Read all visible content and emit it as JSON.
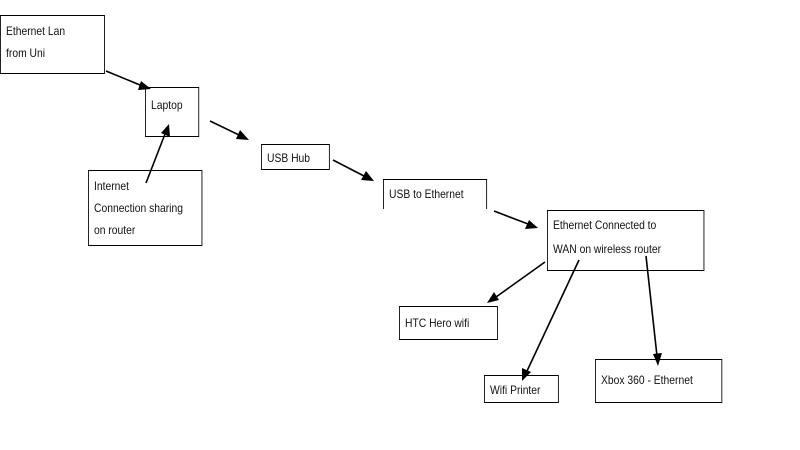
{
  "nodes": {
    "ethernet_lan": {
      "line1": "Ethernet Lan",
      "line2": "from Uni"
    },
    "laptop": {
      "label": "Laptop"
    },
    "ics": {
      "line1": "Internet",
      "line2": "Connection sharing",
      "line3": "on router"
    },
    "usb_hub": {
      "label": "USB Hub"
    },
    "usb_to_ethernet": {
      "label": "USB to Ethernet"
    },
    "router": {
      "line1": "Ethernet Connected to",
      "line2": "WAN on wireless router"
    },
    "htc": {
      "label": "HTC Hero wifi"
    },
    "printer": {
      "label": "Wifi Printer"
    },
    "xbox": {
      "label": "Xbox 360 - Ethernet"
    }
  },
  "edges": [
    {
      "from": "ethernet_lan",
      "to": "laptop"
    },
    {
      "from": "ics",
      "to": "laptop"
    },
    {
      "from": "laptop",
      "to": "usb_hub"
    },
    {
      "from": "usb_hub",
      "to": "usb_to_ethernet"
    },
    {
      "from": "usb_to_ethernet",
      "to": "router"
    },
    {
      "from": "router",
      "to": "htc"
    },
    {
      "from": "router",
      "to": "printer"
    },
    {
      "from": "router",
      "to": "xbox"
    }
  ]
}
